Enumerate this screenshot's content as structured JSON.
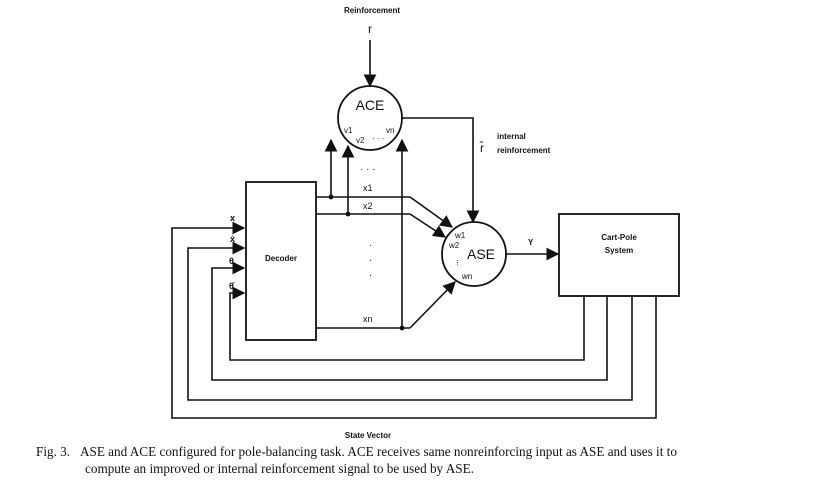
{
  "diagram": {
    "reinforcement_label": "Reinforcement",
    "r_symbol": "r",
    "ace_label": "ACE",
    "ace_weights": [
      "v1",
      "v2",
      "vn"
    ],
    "internal_label_1": "internal",
    "internal_label_2": "reinforcement",
    "r_hat_symbol": "r̂",
    "decoder_label": "Decoder",
    "ase_label": "ASE",
    "ase_weights": [
      "w1",
      "w2",
      "wn"
    ],
    "y_label": "Y",
    "cartpole_label_1": "Cart-Pole",
    "cartpole_label_2": "System",
    "state_vars": [
      "x",
      "ẋ",
      "θ",
      "θ̇"
    ],
    "decoder_outputs": [
      "x1",
      "x2",
      "xn"
    ],
    "state_vector_label": "State Vector"
  },
  "caption": {
    "fig_num": "Fig. 3.",
    "line1": "ASE and ACE configured for pole-balancing task. ACE receives same nonreinforcing input as ASE and uses it to",
    "line2": "compute an improved or internal reinforcement signal to be used by ASE."
  }
}
